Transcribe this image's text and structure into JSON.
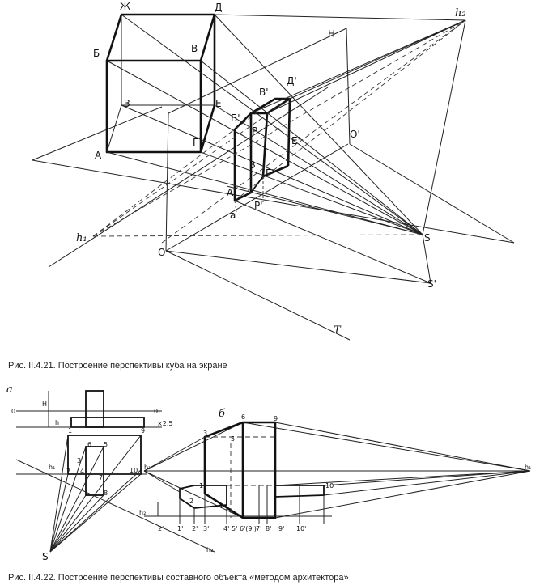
{
  "figure1": {
    "caption": "Рис. II.4.21. Построение перспективы куба на экране",
    "labels": {
      "zh": "Ж",
      "d": "Д",
      "b": "Б",
      "v": "В",
      "z": "З",
      "e": "Е",
      "g": "Г",
      "a_up": "А",
      "h2": "h₂",
      "H": "H",
      "b1": "Б'",
      "v1": "В'",
      "d1": "Д'",
      "r": "Р",
      "e1": "Е'",
      "z1": "З'",
      "o1": "O'",
      "g1": "Г'",
      "a1": "А'",
      "a_low": "а",
      "r1": "Р'",
      "h1": "h₁",
      "S": "S",
      "O": "O",
      "S1": "S'",
      "T": "T"
    }
  },
  "figure2": {
    "caption": "Рис. II.4.22. Построение перспективы составного объекта «методом архитектора»",
    "part_a": "а",
    "part_b": "б",
    "labels": {
      "o": "0",
      "H": "H",
      "h": "h",
      "o1": "0₁",
      "scale": "×2,5",
      "h1": "h₁",
      "h2": "h₂",
      "S": "S",
      "n10": "10",
      "h1_b": "h₁",
      "h2_b": "h₂",
      "h3_b": "h₁",
      "n1": "1",
      "n2": "2",
      "n3": "3",
      "n4": "4",
      "n5": "5",
      "n6": "6",
      "n7": "7",
      "n8": "8",
      "n9": "9",
      "b_n1": "1",
      "b_n2": "2",
      "b_n3": "3",
      "b_n4": "4",
      "b_n5": "5",
      "b_n6": "6",
      "b_n9": "9",
      "b_n10": "10",
      "base": [
        "2'",
        "1'",
        "2'",
        "3'",
        "4'",
        "5'",
        "6'(9')",
        "7'",
        "8'",
        "9'",
        "10'"
      ]
    }
  }
}
